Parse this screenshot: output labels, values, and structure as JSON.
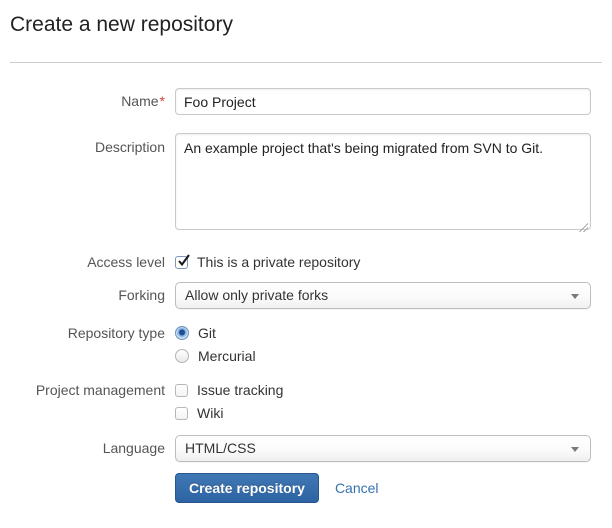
{
  "page": {
    "title": "Create a new repository"
  },
  "form": {
    "name": {
      "label": "Name",
      "required_marker": "*",
      "value": "Foo Project"
    },
    "description": {
      "label": "Description",
      "value": "An example project that's being migrated from SVN to Git."
    },
    "access_level": {
      "label": "Access level",
      "checkbox_label": "This is a private repository",
      "checked": true
    },
    "forking": {
      "label": "Forking",
      "selected_option": "Allow only private forks"
    },
    "repository_type": {
      "label": "Repository type",
      "options": [
        {
          "label": "Git",
          "selected": true
        },
        {
          "label": "Mercurial",
          "selected": false
        }
      ]
    },
    "project_management": {
      "label": "Project management",
      "options": [
        {
          "label": "Issue tracking",
          "checked": false
        },
        {
          "label": "Wiki",
          "checked": false
        }
      ]
    },
    "language": {
      "label": "Language",
      "selected_option": "HTML/CSS"
    },
    "actions": {
      "submit_label": "Create repository",
      "cancel_label": "Cancel"
    }
  },
  "colors": {
    "primary_button": "#3572b0",
    "link": "#3572b0",
    "required_asterisk": "#d04437",
    "divider": "#cccccc"
  }
}
